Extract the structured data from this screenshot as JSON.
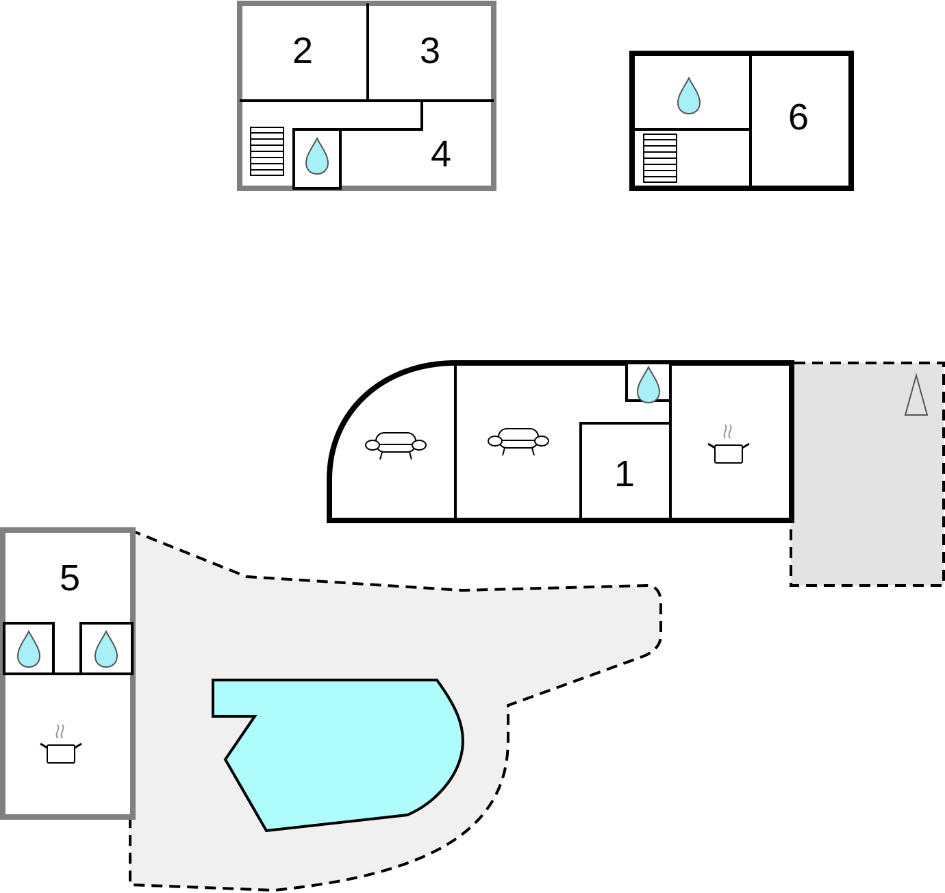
{
  "floor_plan": {
    "rooms": {
      "room_1": "1",
      "room_2": "2",
      "room_3": "3",
      "room_4": "4",
      "room_5": "5",
      "room_6": "6"
    },
    "icons": {
      "bathroom": "water-drop-icon",
      "stairs": "stairs-icon",
      "living": "sofa-icon",
      "kitchen": "cooking-pot-icon",
      "north": "north-arrow-icon"
    },
    "colors": {
      "wall_dark": "#000000",
      "wall_gray": "#808080",
      "water": "#a8f0f8",
      "terrace": "#f0f0f0",
      "parking": "#e3e3e3"
    }
  }
}
